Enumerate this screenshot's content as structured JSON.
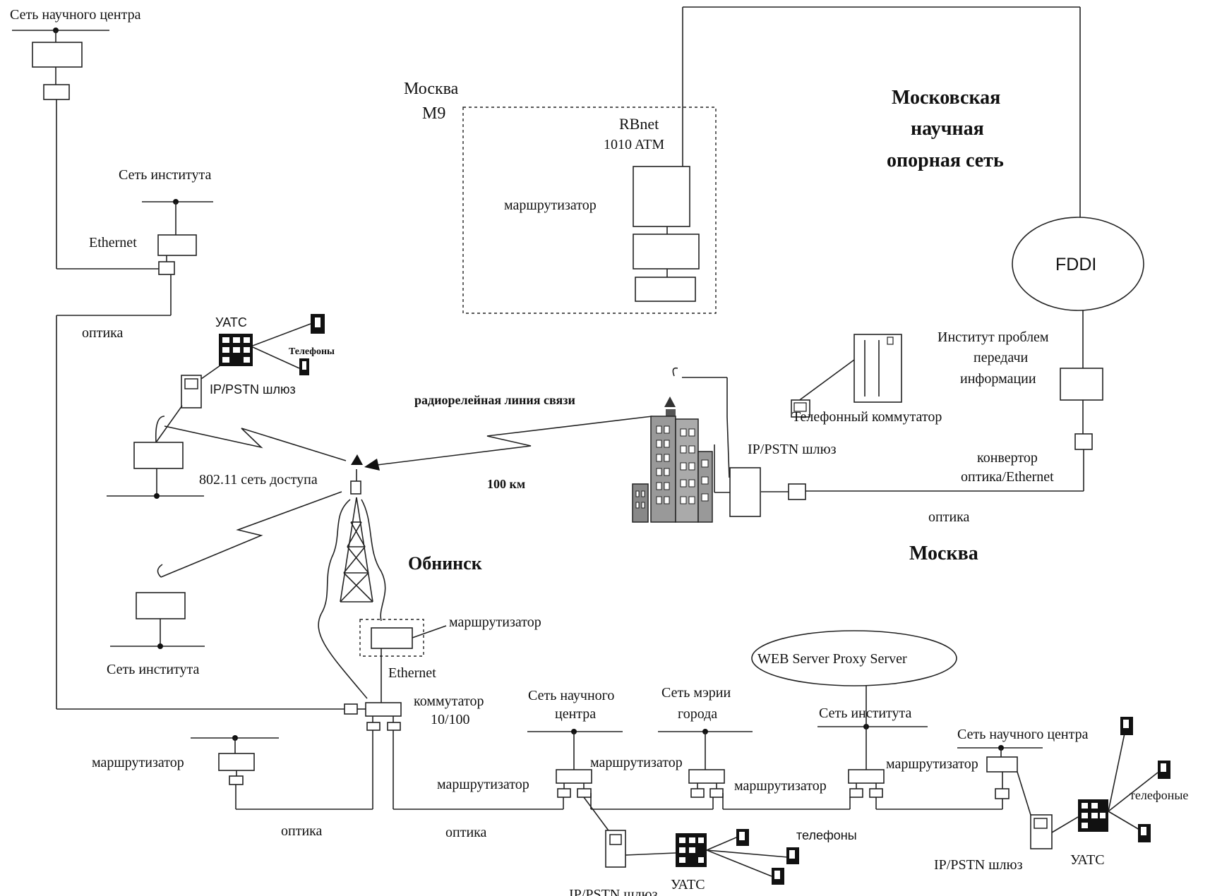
{
  "labels": {
    "sci_center_tl": "Сеть научного центра",
    "inst_top": "Сеть института",
    "ethernet_top": "Ethernet",
    "optika_left": "оптика",
    "uats_top": "УАТС",
    "telefony_top": "Телефоны",
    "ippstn_top": "IP/PSTN шлюз",
    "radio_relay": "радиорелейная линия связи",
    "dist": "100 км",
    "access_802": "802.11 сеть доступа",
    "obninsk": "Обнинск",
    "inst_mid": "Сеть института",
    "router_obninsk": "маршрутизатор",
    "ethernet_obninsk": "Ethernet",
    "switch_l1": "коммутатор",
    "switch_l2": "10/100",
    "router_left_bottom": "маршрутизатор",
    "optika_b1": "оптика",
    "optika_b2": "оптика",
    "moskva_m9_1": "Москва",
    "moskva_m9_2": "М9",
    "rbnet": "RBnet",
    "atm": "1010 ATM",
    "router_m9": "маршрутизатор",
    "mnos_1": "Московская",
    "mnos_2": "научная",
    "mnos_3": "опорная сеть",
    "fddi": "FDDI",
    "ippi_1": "Институт проблем",
    "ippi_2": "передачи",
    "ippi_3": "информации",
    "tel_switch": "Телефонный коммутатор",
    "ippstn_msk": "IP/PSTN шлюз",
    "conv_1": "конвертор",
    "conv_2": "оптика/Ethernet",
    "optika_msk": "оптика",
    "moskva": "Москва",
    "web_proxy": "WEB Server  Proxy Server",
    "sci_c1_1": "Сеть научного",
    "sci_c1_2": "центра",
    "mayor_1": "Сеть мэрии",
    "mayor_2": "города",
    "inst_bottom": "Сеть института",
    "sci_c2": "Сеть научного центра",
    "router_b1": "маршрутизатор",
    "router_b2": "маршрутизатор",
    "router_b3": "маршрутизатор",
    "router_b4": "маршрутизатор",
    "telefony_b1": "телефоны",
    "ippstn_b1": "IP/PSTN шлюз",
    "uats_b1": "УАТС",
    "telefony_b2": "телефоные",
    "ippstn_b2": "IP/PSTN шлюз",
    "uats_b2": "УАТС"
  }
}
